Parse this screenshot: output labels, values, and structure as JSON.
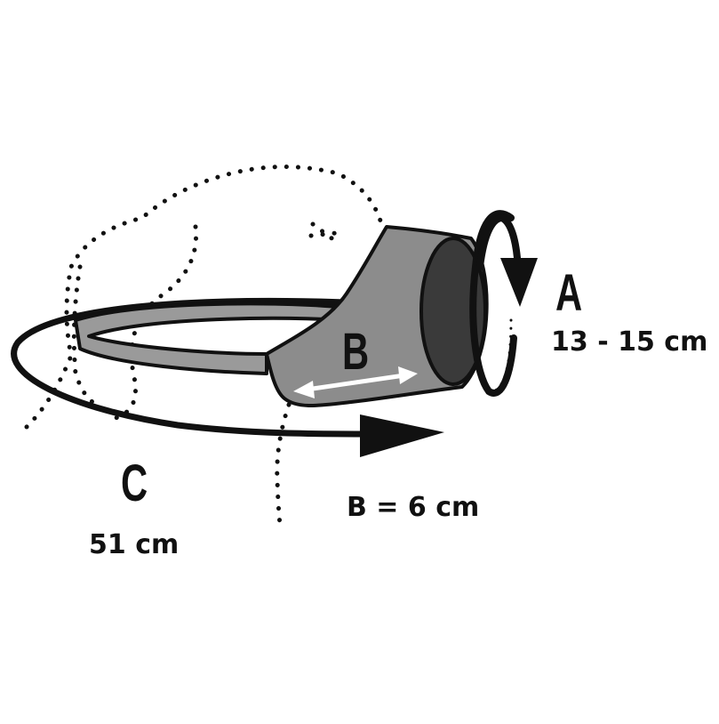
{
  "labels": {
    "a_letter": "A",
    "a_value": "13 - 15 cm",
    "b_letter": "B",
    "b_value": "B = 6 cm",
    "c_letter": "C",
    "c_value": "51 cm"
  },
  "colors": {
    "ink": "#111111",
    "muzzle_fill": "#8c8c8c",
    "opening_fill": "#3a3a3a",
    "strap_fill": "#9a9a9a",
    "double_arrow": "#ffffff"
  },
  "icons": {
    "dog_outline": "dotted-dog-head-outline",
    "muzzle": "muzzle-icon"
  }
}
